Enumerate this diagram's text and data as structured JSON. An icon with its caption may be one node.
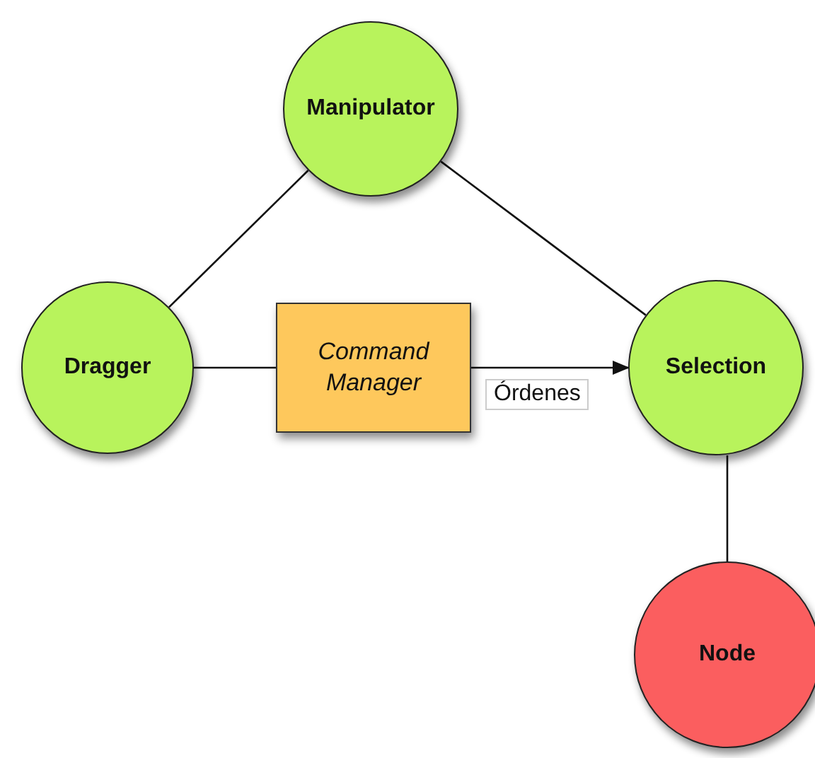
{
  "diagram": {
    "nodes": [
      {
        "text": [
          "Manipulator"
        ]
      },
      {
        "text": [
          "Dragger"
        ]
      },
      {
        "text": [
          "Command Manager"
        ]
      },
      {
        "text": [
          "Selection"
        ]
      },
      {
        "text": [
          "Node"
        ]
      }
    ],
    "edges": [
      {
        "from": 0,
        "to": 1,
        "arrow": "none"
      },
      {
        "from": 0,
        "to": 3,
        "arrow": "none"
      },
      {
        "from": 1,
        "to": 2,
        "arrow": "none"
      },
      {
        "from": 2,
        "to": 3,
        "arrow": "to",
        "label": "Órdenes"
      },
      {
        "from": 3,
        "to": 4,
        "arrow": "none"
      }
    ]
  }
}
